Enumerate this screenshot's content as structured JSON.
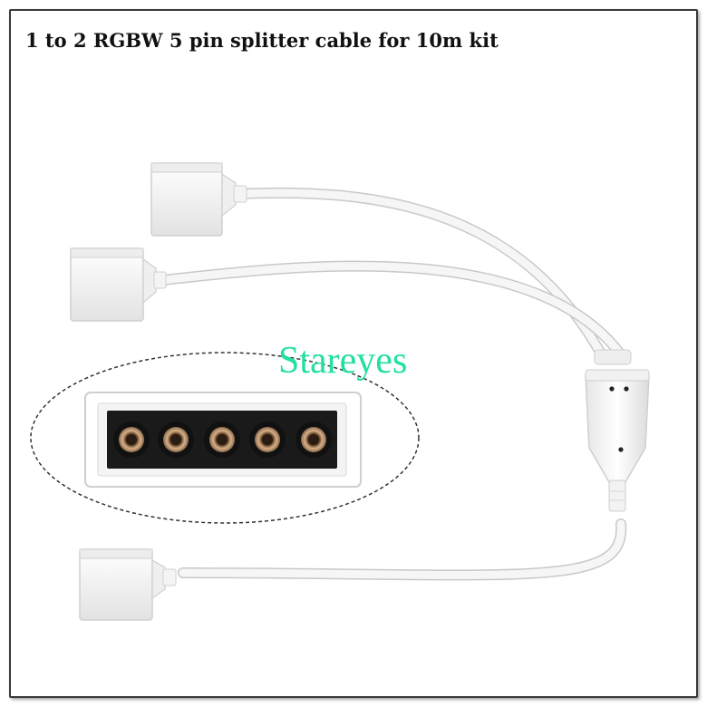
{
  "title": "1 to 2 RGBW 5 pin splitter cable for 10m kit",
  "watermark": "Stareyes",
  "colors": {
    "border": "#3a3a3a",
    "cable": "#f4f4f4",
    "cable_edge": "#c8c8c8",
    "watermark": "#22e0a0",
    "socket_dark": "#1a1a1a",
    "pin_gold": "#c9a070"
  },
  "connector_closeup": {
    "pin_count": 5
  }
}
